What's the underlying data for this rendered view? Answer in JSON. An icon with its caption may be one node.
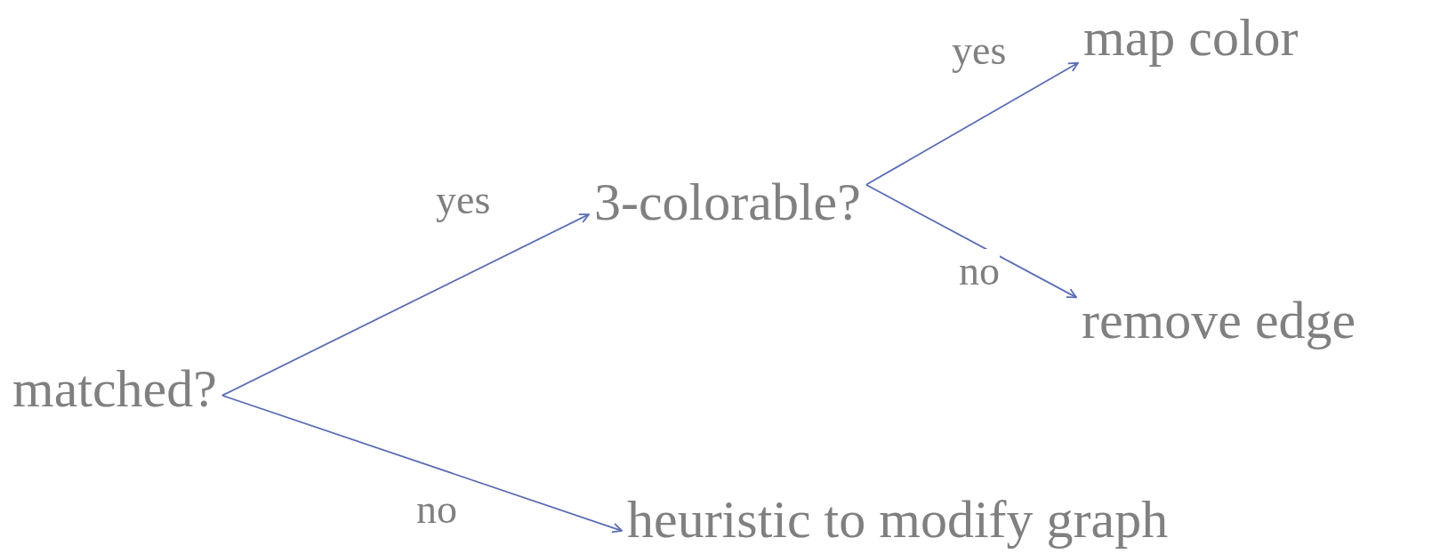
{
  "diagram": {
    "nodes": [
      {
        "text": [
          "matched?"
        ]
      },
      {
        "text": [
          "3-colorable?"
        ]
      },
      {
        "text": [
          "map color"
        ]
      },
      {
        "text": [
          "remove edge"
        ]
      },
      {
        "text": [
          "heuristic to modify graph"
        ]
      }
    ],
    "edges": [
      {
        "from": 0,
        "to": 1,
        "arrow": "to",
        "label": "yes"
      },
      {
        "from": 0,
        "to": 4,
        "arrow": "to",
        "label": "no"
      },
      {
        "from": 1,
        "to": 2,
        "arrow": "to",
        "label": "yes"
      },
      {
        "from": 1,
        "to": 3,
        "arrow": "to",
        "label": "no"
      }
    ]
  }
}
